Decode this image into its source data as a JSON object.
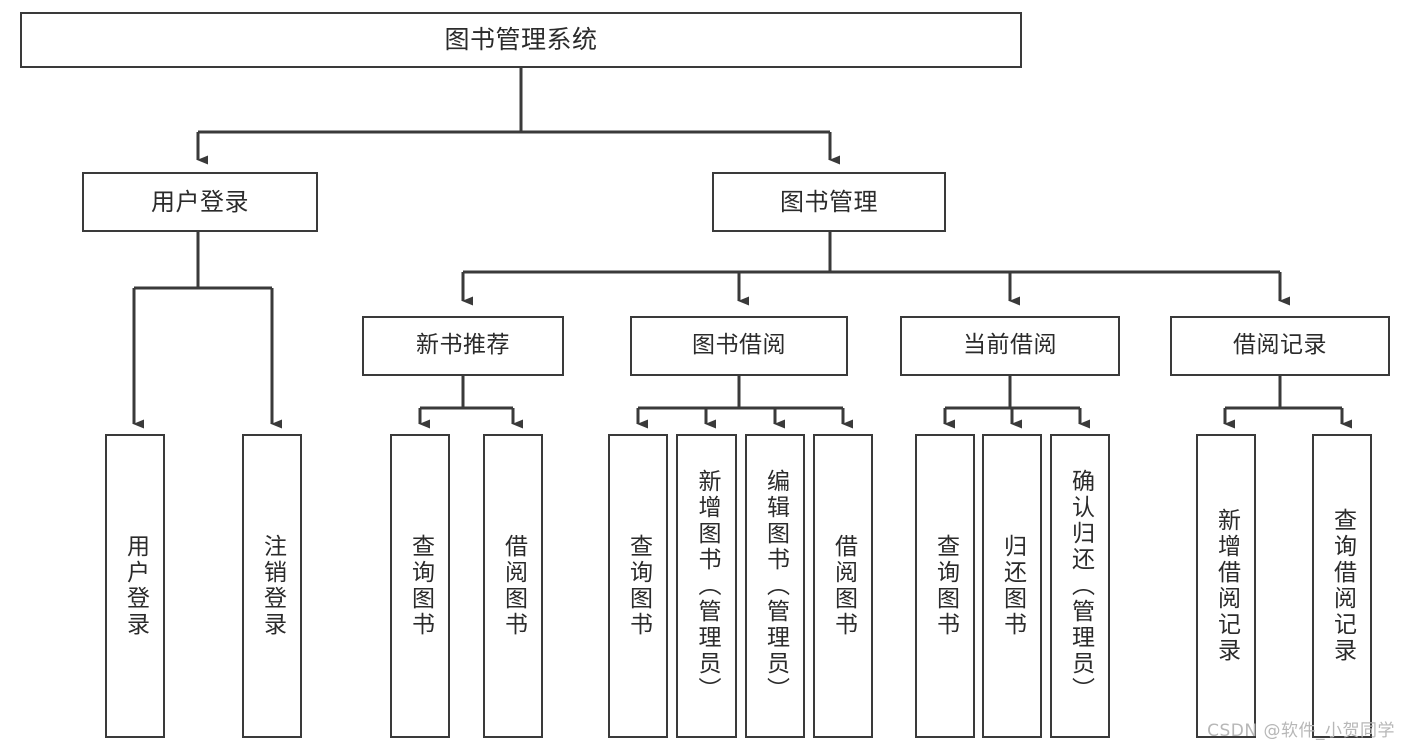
{
  "diagram": {
    "title": "图书管理系统",
    "type": "tree",
    "root": {
      "label": "图书管理系统"
    },
    "level1": [
      {
        "label": "用户登录"
      },
      {
        "label": "图书管理"
      }
    ],
    "level2": [
      {
        "label": "新书推荐",
        "parent": "图书管理"
      },
      {
        "label": "图书借阅",
        "parent": "图书管理"
      },
      {
        "label": "当前借阅",
        "parent": "图书管理"
      },
      {
        "label": "借阅记录",
        "parent": "图书管理"
      }
    ],
    "leaves": [
      {
        "label": "用户登录",
        "parent": "用户登录"
      },
      {
        "label": "注销登录",
        "parent": "用户登录"
      },
      {
        "label": "查询图书",
        "parent": "新书推荐"
      },
      {
        "label": "借阅图书",
        "parent": "新书推荐"
      },
      {
        "label": "查询图书",
        "parent": "图书借阅"
      },
      {
        "label": "新增图书（管理员）",
        "parent": "图书借阅"
      },
      {
        "label": "编辑图书（管理员）",
        "parent": "图书借阅"
      },
      {
        "label": "借阅图书",
        "parent": "图书借阅"
      },
      {
        "label": "查询图书",
        "parent": "当前借阅"
      },
      {
        "label": "归还图书",
        "parent": "当前借阅"
      },
      {
        "label": "确认归还（管理员）",
        "parent": "当前借阅"
      },
      {
        "label": "新增借阅记录",
        "parent": "借阅记录"
      },
      {
        "label": "查询借阅记录",
        "parent": "借阅记录"
      }
    ],
    "colors": {
      "box_border": "#3a3a3a",
      "box_fill": "#ffffff",
      "text": "#2b2b2b",
      "connector": "#3a3a3a",
      "watermark": "#b7b7b7",
      "background": "#ffffff"
    }
  },
  "watermark": {
    "text": "CSDN @软件_小贺同学"
  }
}
